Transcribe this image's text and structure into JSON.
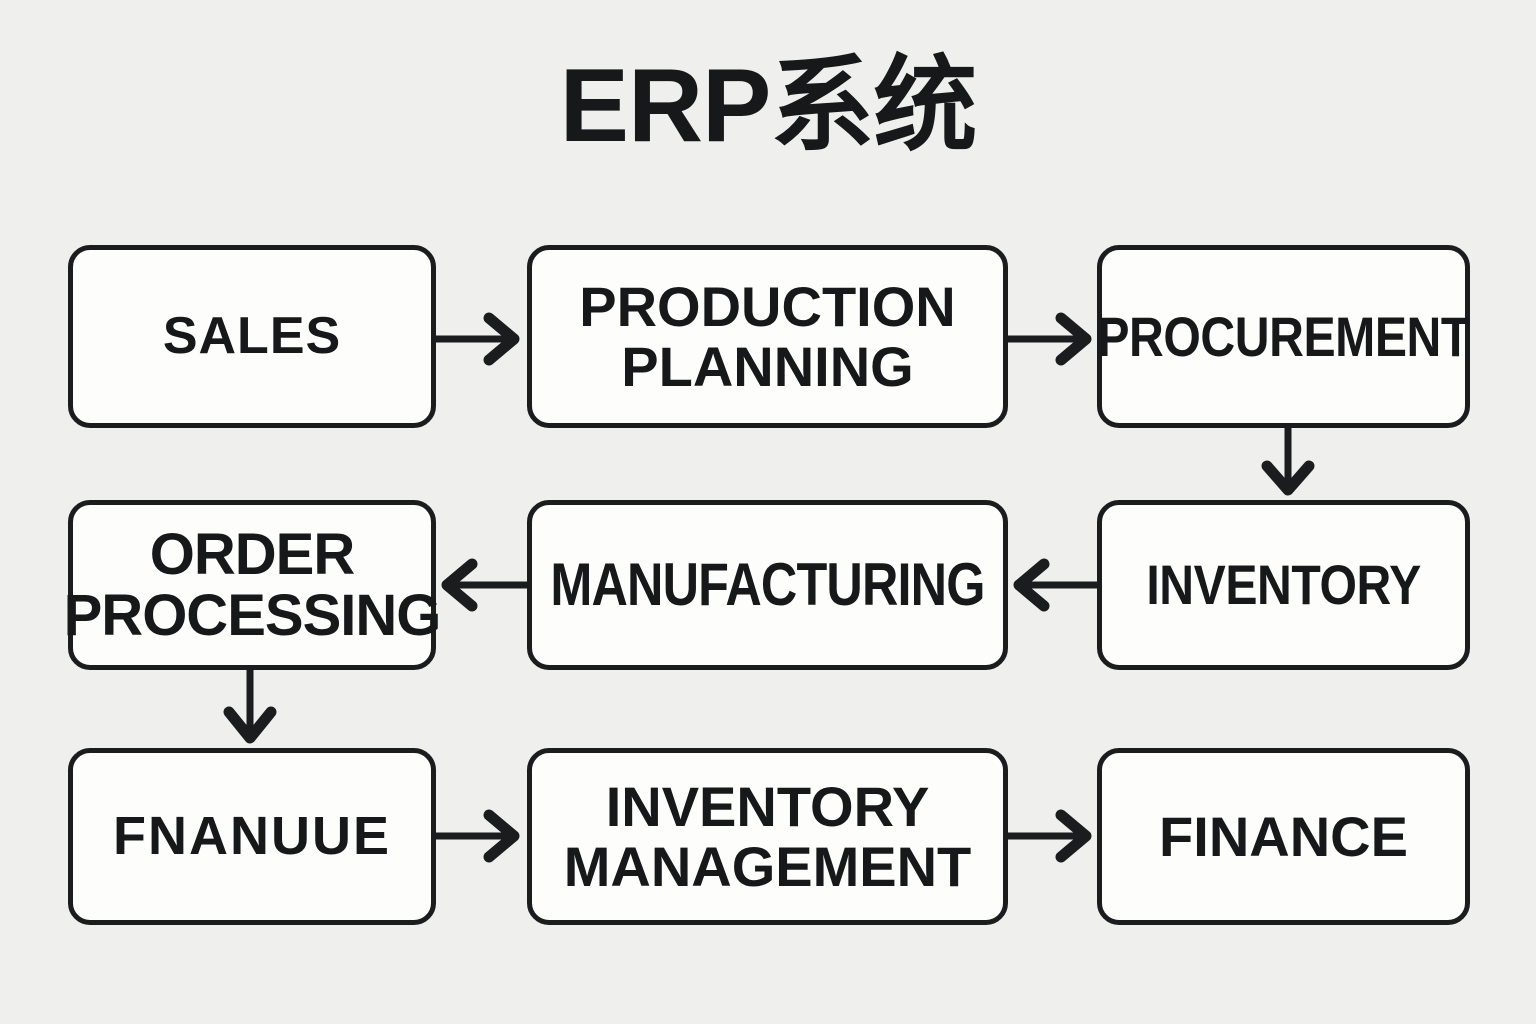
{
  "page": {
    "title": "ERP系统",
    "background_color": "#eff0ee",
    "ink_color": "#17181a",
    "node_fill_color": "#fdfdfc"
  },
  "diagram": {
    "type": "flowchart",
    "rows": 3,
    "columns": 3,
    "nodes": [
      {
        "id": "sales",
        "label": "SALES",
        "row": 1,
        "col": 1
      },
      {
        "id": "production-planning",
        "label": "PRODUCTION\nPLANNING",
        "row": 1,
        "col": 2
      },
      {
        "id": "procurement",
        "label": "PROCUREMENT",
        "row": 1,
        "col": 3
      },
      {
        "id": "order-processing",
        "label": "ORDER\nPROCESSING",
        "row": 2,
        "col": 1
      },
      {
        "id": "manufacturing",
        "label": "MANUFACTURING",
        "row": 2,
        "col": 2
      },
      {
        "id": "inventory",
        "label": "INVENTORY",
        "row": 2,
        "col": 3
      },
      {
        "id": "finance-garbled",
        "label": "FNANUUE",
        "row": 3,
        "col": 1
      },
      {
        "id": "inventory-management",
        "label": "INVENTORY\nMANAGEMENT",
        "row": 3,
        "col": 2
      },
      {
        "id": "finance",
        "label": "FINANCE",
        "row": 3,
        "col": 3
      }
    ],
    "edges": [
      {
        "from": "sales",
        "to": "production-planning",
        "direction": "right"
      },
      {
        "from": "production-planning",
        "to": "procurement",
        "direction": "right"
      },
      {
        "from": "procurement",
        "to": "inventory",
        "direction": "down"
      },
      {
        "from": "inventory",
        "to": "manufacturing",
        "direction": "left"
      },
      {
        "from": "manufacturing",
        "to": "order-processing",
        "direction": "left"
      },
      {
        "from": "order-processing",
        "to": "finance-garbled",
        "direction": "down"
      },
      {
        "from": "finance-garbled",
        "to": "inventory-management",
        "direction": "right"
      },
      {
        "from": "inventory-management",
        "to": "finance",
        "direction": "right"
      }
    ]
  }
}
